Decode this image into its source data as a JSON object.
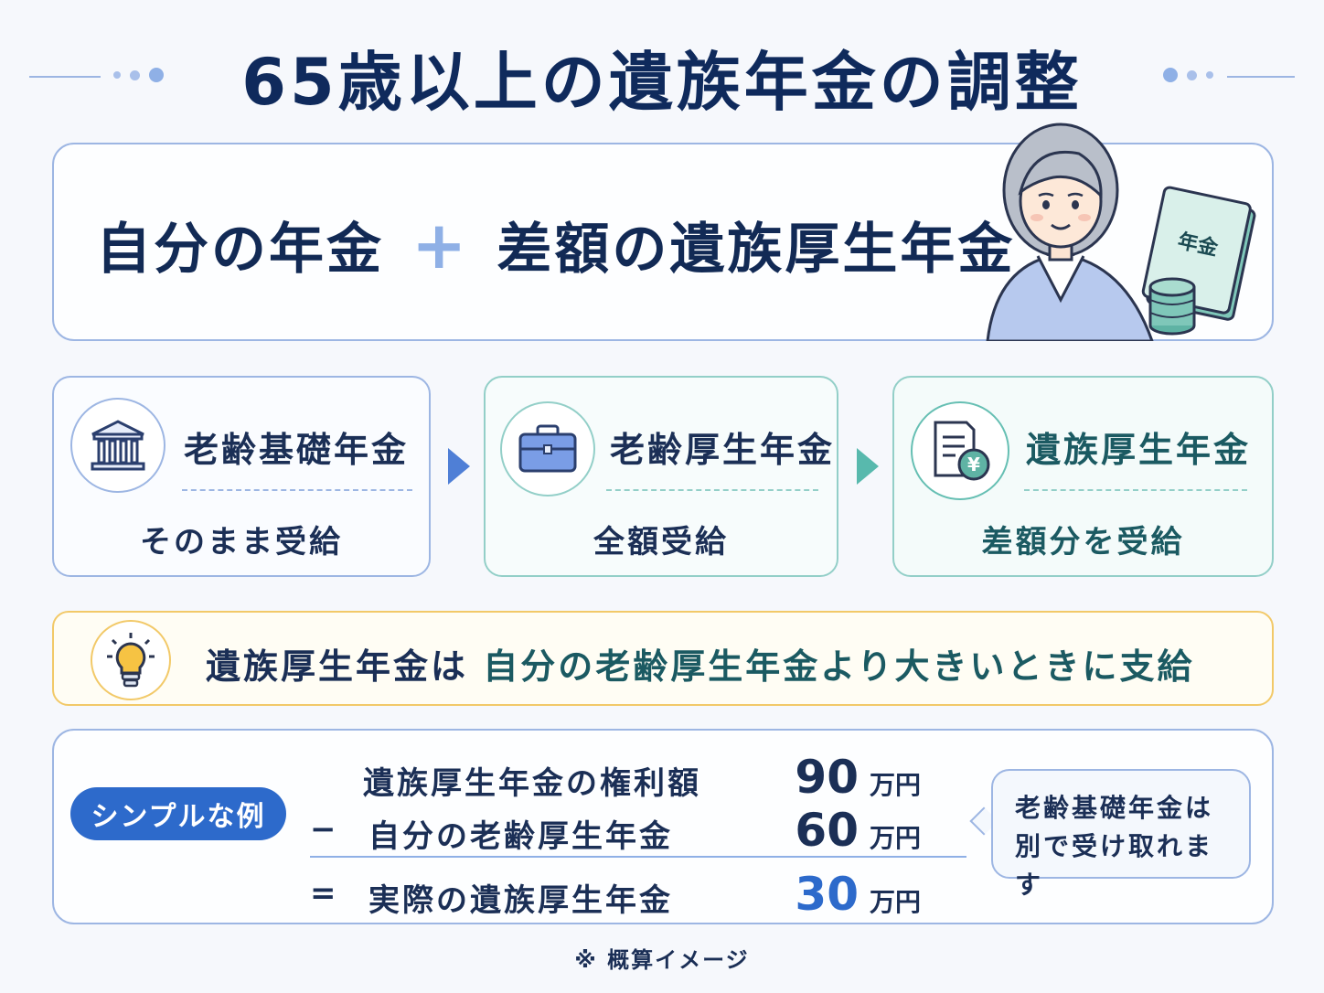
{
  "title": "65歳以上の遺族年金の調整",
  "hero": {
    "left": "自分の年金",
    "plus": "+",
    "right": "差額の遺族厚生年金",
    "book_label": "年金"
  },
  "steps": [
    {
      "title": "老齢基礎年金",
      "sub": "そのまま受給",
      "icon": "bank-icon"
    },
    {
      "title": "老齢厚生年金",
      "sub": "全額受給",
      "icon": "briefcase-icon"
    },
    {
      "title": "遺族厚生年金",
      "sub": "差額分を受給",
      "icon": "document-yen-icon"
    }
  ],
  "note": {
    "part1": "遺族厚生年金は",
    "part2": "自分の老齢厚生年金より大きいときに支給"
  },
  "example": {
    "pill": "シンプルな例",
    "rows": [
      {
        "op": "",
        "label": "遺族厚生年金の権利額",
        "value": "90",
        "unit": "万円"
      },
      {
        "op": "−",
        "label": "自分の老齢厚生年金",
        "value": "60",
        "unit": "万円"
      },
      {
        "op": "=",
        "label": "実際の遺族厚生年金",
        "value": "30",
        "unit": "万円"
      }
    ],
    "bubble_line1": "老齢基礎年金は",
    "bubble_line2": "別で受け取れます"
  },
  "footnote": "※ 概算イメージ",
  "colors": {
    "accent_blue": "#2d6acb",
    "accent_teal": "#58b9ad",
    "note_border": "#f2c968",
    "title": "#0f2a5c"
  }
}
